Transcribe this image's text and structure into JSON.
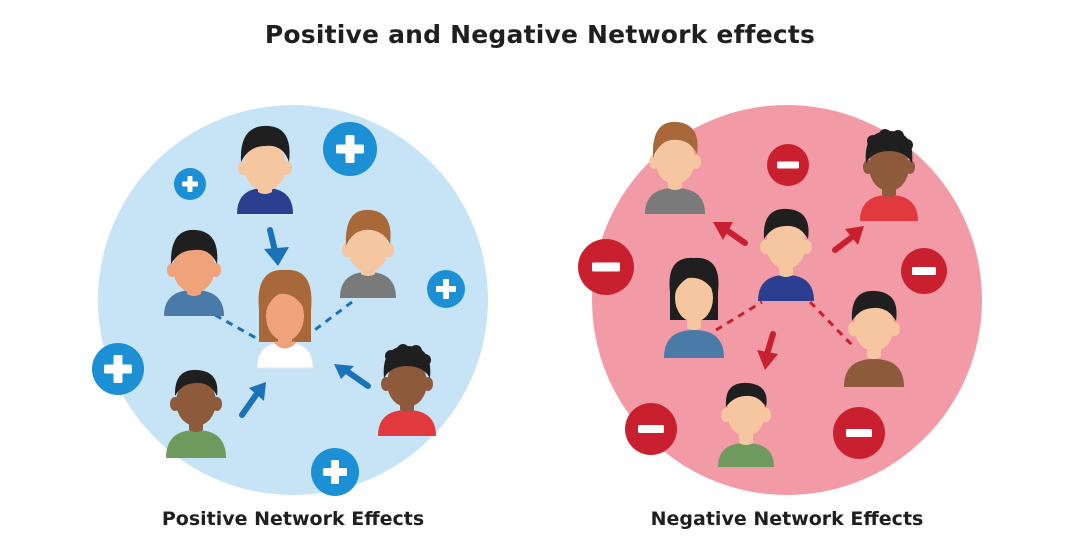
{
  "title": "Positive and Negative Network effects",
  "panels": {
    "positive": {
      "caption": "Positive Network Effects",
      "bg_color": "#c7e3f6",
      "accent_color": "#1d8fd4",
      "arrow_color": "#1b72b8",
      "badge_icon": "plus-icon"
    },
    "negative": {
      "caption": "Negative Network Effects",
      "bg_color": "#f29aa5",
      "accent_color": "#c8202e",
      "arrow_color": "#c8202e",
      "badge_icon": "minus-icon"
    }
  },
  "colors": {
    "skin_light": "#f6c6a1",
    "skin_mid": "#f0a27a",
    "skin_dark": "#8d5a3c",
    "hair_dark": "#1f1f1f",
    "hair_brown": "#a8683a",
    "shirt_navy": "#2c3e8f",
    "shirt_steel": "#4a7ba8",
    "shirt_gray": "#7a7a7a",
    "shirt_green": "#6f9a5e",
    "shirt_red": "#e2393f",
    "shirt_white": "#ffffff",
    "shirt_brown": "#8d5a3c"
  }
}
